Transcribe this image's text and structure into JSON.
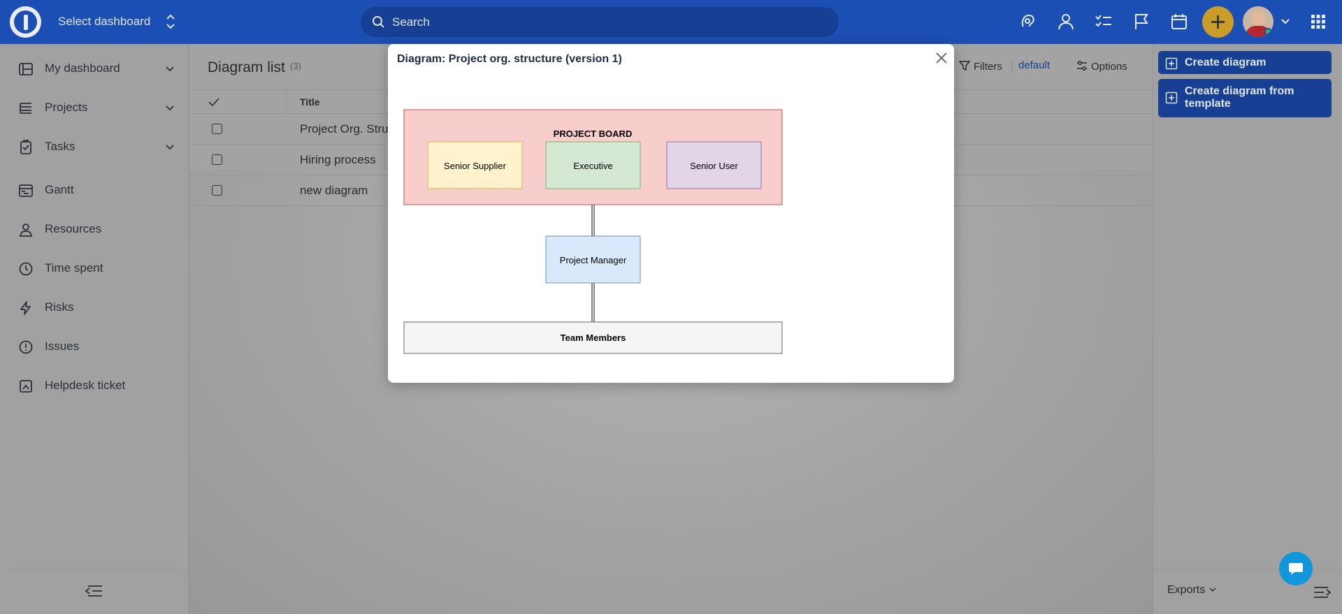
{
  "topbar": {
    "dashboard_select": "Select dashboard",
    "search_placeholder": "Search"
  },
  "sidebar": {
    "items": [
      {
        "label": "My dashboard",
        "icon": "dashboard-icon"
      },
      {
        "label": "Projects",
        "icon": "projects-icon"
      },
      {
        "label": "Tasks",
        "icon": "tasks-icon"
      },
      {
        "label": "Gantt",
        "icon": "gantt-icon"
      },
      {
        "label": "Resources",
        "icon": "resources-icon"
      },
      {
        "label": "Time spent",
        "icon": "clock-icon"
      },
      {
        "label": "Risks",
        "icon": "lightning-icon"
      },
      {
        "label": "Issues",
        "icon": "alert-icon"
      },
      {
        "label": "Helpdesk ticket",
        "icon": "helpdesk-icon"
      }
    ]
  },
  "main": {
    "title": "Diagram list",
    "count": "(3)",
    "column_title": "Title",
    "rows": [
      "Project Org. Struc",
      "Hiring process",
      "new diagram"
    ],
    "filters_label": "Filters",
    "filter_default": "default",
    "options_label": "Options"
  },
  "right_panel": {
    "create_diagram": "Create diagram",
    "create_from_template_line1": "Create diagram from",
    "create_from_template_line2": "template",
    "exports": "Exports"
  },
  "modal": {
    "title": "Diagram: Project org. structure (version 1)",
    "diagram": {
      "board_label": "PROJECT BOARD",
      "senior_supplier": "Senior Supplier",
      "executive": "Executive",
      "senior_user": "Senior User",
      "project_manager": "Project Manager",
      "team_members": "Team Members",
      "colors": {
        "board": "#f8cecc",
        "supplier": "#fff2cc",
        "executive": "#d5e8d4",
        "senior_user": "#e1d5e7",
        "project_manager": "#dae8fc",
        "team_members": "#f5f5f5"
      }
    }
  }
}
